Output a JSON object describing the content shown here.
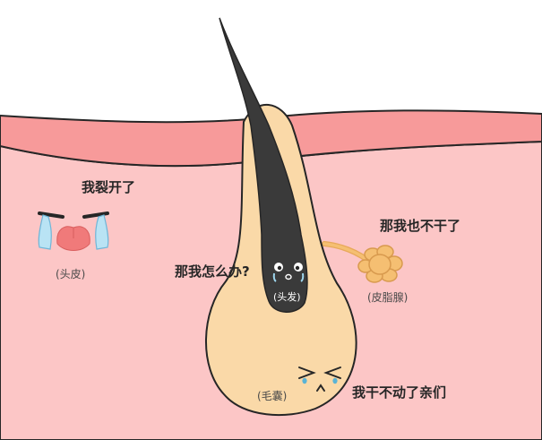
{
  "scalp": {
    "caption": "我裂开了",
    "name": "(头皮)"
  },
  "hair": {
    "caption": "那我怎么办?",
    "name": "(头发)"
  },
  "sebaceous_gland": {
    "caption": "那我也不干了",
    "name": "(皮脂腺)"
  },
  "follicle": {
    "caption": "我干不动了亲们",
    "name": "(毛囊)"
  },
  "colors": {
    "skin_surface": "#f79a9a",
    "dermis": "#fcc6c6",
    "follicle": "#fad9a8",
    "gland": "#f5bf72",
    "hair": "#3a3a3a",
    "tears": "#9ed6ee"
  }
}
